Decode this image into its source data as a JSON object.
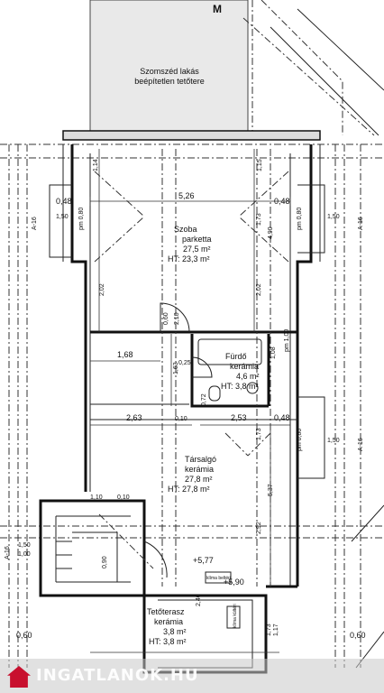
{
  "neighbor": {
    "title": "Szomszéd lakás",
    "subtitle": "beépítetlen tetőtere",
    "marker": "M"
  },
  "rooms": {
    "szoba": {
      "name": "Szoba",
      "floor": "parketta",
      "area": "27,5 m²",
      "ht": "HT: 23,3 m²"
    },
    "furdo": {
      "name": "Fürdő",
      "floor": "kerámia",
      "area": "4,6 m²",
      "ht": "HT: 3,8 m²"
    },
    "tarsalgo": {
      "name": "Társalgó",
      "floor": "kerámia",
      "area": "27,8 m²",
      "ht": "HT: 27,8 m²"
    },
    "tetoterasz": {
      "name": "Tetőterasz",
      "floor": "kerámia",
      "area": "3,8 m²",
      "ht": "HT: 3,8 m²"
    }
  },
  "dimensions": {
    "top_1_14": "1,14",
    "top_1_15": "1,15",
    "w_5_26": "5,26",
    "w_0_48a": "0,48",
    "w_0_48b": "0,48",
    "h_1_73a": "1,73",
    "h_4_90": "4,90",
    "h_2_02a": "2,02",
    "h_2_02b": "2,02",
    "w_1_68": "1,68",
    "h_1_63": "1,63",
    "v_0_25": "0,25",
    "w_2_63": "2,63",
    "w_0_10": "0,10",
    "w_2_53": "2,53",
    "h_1_73b": "1,73",
    "h_5_37": "5,37",
    "h_2_92": "2,92",
    "w_1_10": "1,10",
    "w_0_10b": "0,10",
    "w_0_60a": "0,60",
    "w_0_60b": "0,60",
    "win_1_50a": "1,50",
    "win_1_50b": "1,50",
    "win_1_50c": "1,50",
    "win_1_50d": "1,50",
    "win_1_00": "1,00",
    "pm_0_80a": "pm 0,80",
    "pm_0_80b": "pm 0,80",
    "pm_0_80c": "pm 0,80",
    "pm_1_00": "pm 1,00",
    "door_2_10": "2,10",
    "door_0_60": "0,60",
    "door_0_10": "0,10",
    "door_1_08": "1,08",
    "door_0_72": "0,72",
    "lvl_577": "+5,77",
    "lvl_590": "+5,90",
    "h_2_40": "2,40",
    "h_1_73c": "1,73",
    "h_1_17": "1,17",
    "stair_0_90": "0,90"
  },
  "markers": {
    "a16_left_top": "A-16",
    "a16_right_top": "A-16",
    "a16_right_mid": "A-16",
    "a16_left_low": "A-16",
    "klima1": "klíma beltéri",
    "klima2": "klíma kültéri"
  },
  "watermark": {
    "text": "INGATLANOK.HU"
  }
}
